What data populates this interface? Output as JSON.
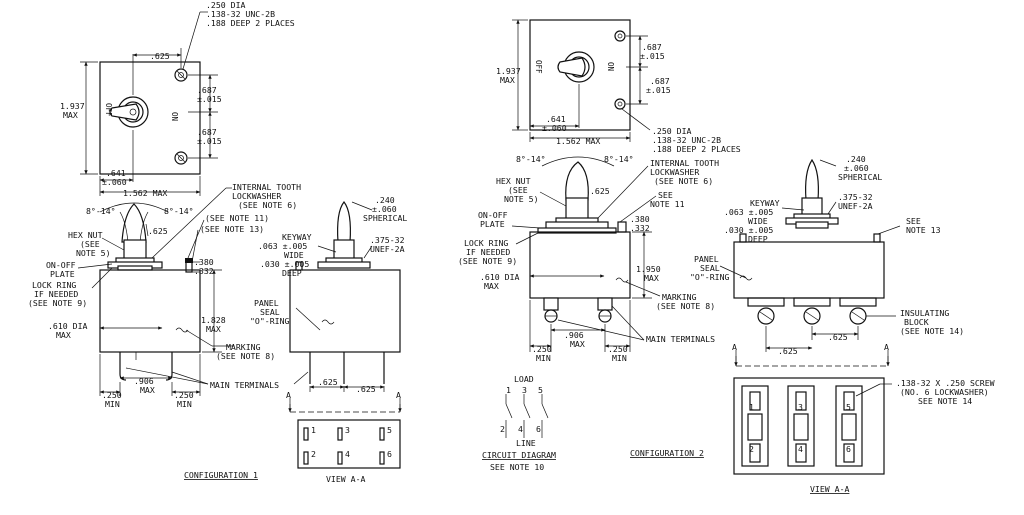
{
  "config1": {
    "title": "CONFIGURATION 1",
    "top": {
      "dim_625": ".625",
      "dia_250": ".250 DIA",
      "thread": ".138-32 UNC-2B",
      "deep": ".188 DEEP 2 PLACES",
      "h_1937": "1.937",
      "max": "MAX",
      "d687a": ".687",
      "tol015a": "±.015",
      "d687b": ".687",
      "tol015b": "±.015",
      "off": "OFF",
      "on": "ON",
      "d641": ".641",
      "tol060": "±.060",
      "w1562": "1.562 MAX"
    },
    "side": {
      "ang1": "8°-14°",
      "ang2": "8°-14°",
      "itl1": "INTERNAL TOOTH",
      "itl2": "LOCKWASHER",
      "itl3": "(SEE NOTE 6)",
      "hex1": "HEX NUT",
      "hex2": "(SEE",
      "hex3": "NOTE 5)",
      "d625": ".625",
      "note11": "(SEE NOTE 11)",
      "note13": "(SEE NOTE 13)",
      "d380": ".380",
      "d332": ".332",
      "onoff1": "ON-OFF",
      "onoff2": "PLATE",
      "lock1": "LOCK RING",
      "lock2": "IF NEEDED",
      "lock3": "(SEE NOTE 9)",
      "dia1": ".610 DIA",
      "dia2": "MAX",
      "h1828": "1.828",
      "hmax": "MAX",
      "mark1": "MARKING",
      "mark2": "(SEE NOTE 8)",
      "main": "MAIN TERMINALS",
      "d250a": ".250",
      "mina": "MIN",
      "d906": ".906",
      "max906": "MAX",
      "d250b": ".250",
      "minb": "MIN"
    },
    "end": {
      "d240": ".240",
      "tol060": "±.060",
      "spher": "SPHERICAL",
      "key1": "KEYWAY",
      "key2": ".063 ±.005",
      "key3": "WIDE",
      "key4": ".030 ±.005",
      "key5": "DEEP",
      "thr1": ".375-32",
      "thr2": "UNEF-2A",
      "pan1": "PANEL",
      "pan2": "SEAL",
      "pan3": "\"O\"-RING",
      "d625a": ".625",
      "d625b": ".625",
      "a1": "A",
      "a2": "A"
    },
    "view": {
      "label": "VIEW A-A",
      "n1": "1",
      "n2": "2",
      "n3": "3",
      "n4": "4",
      "n5": "5",
      "n6": "6"
    }
  },
  "circuit": {
    "load": "LOAD",
    "n1": "1",
    "n3": "3",
    "n5": "5",
    "n2": "2",
    "n4": "4",
    "n6": "6",
    "line": "LINE",
    "title": "CIRCUIT DIAGRAM",
    "note": "SEE NOTE 10"
  },
  "config2": {
    "title": "CONFIGURATION 2",
    "top": {
      "h1937": "1.937",
      "max": "MAX",
      "off": "OFF",
      "on": "ON",
      "d687a": ".687",
      "tol015a": "±.015",
      "d687b": ".687",
      "tol015b": "±.015",
      "d641": ".641",
      "tol060": "±.060",
      "w1562": "1.562 MAX",
      "dia250": ".250 DIA",
      "thread": ".138-32 UNC-2B",
      "deep": ".188 DEEP 2 PLACES"
    },
    "side": {
      "ang1": "8°-14°",
      "ang2": "8°-14°",
      "itl1": "INTERNAL TOOTH",
      "itl2": "LOCKWASHER",
      "itl3": "(SEE NOTE 6)",
      "hex1": "HEX NUT",
      "hex2": "(SEE",
      "hex3": "NOTE 5)",
      "d625": ".625",
      "see11a": "SEE",
      "see11b": "NOTE 11",
      "onoff1": "ON-OFF",
      "onoff2": "PLATE",
      "d380": ".380",
      "d332": ".332",
      "lock1": "LOCK RING",
      "lock2": "IF NEEDED",
      "lock3": "(SEE NOTE 9)",
      "dia1": ".610 DIA",
      "dia2": "MAX",
      "h1950": "1.950",
      "hmax": "MAX",
      "mark1": "MARKING",
      "mark2": "(SEE NOTE 8)",
      "d250a": ".250",
      "mina": "MIN",
      "d906": ".906",
      "max906": "MAX",
      "d250b": ".250",
      "minb": "MIN",
      "main": "MAIN TERMINALS"
    },
    "end": {
      "d240": ".240",
      "tol060": "±.060",
      "spher": "SPHERICAL",
      "key1": "KEYWAY",
      "key2": ".063 ±.005",
      "key3": "WIDE",
      "key4": ".030 ±.005",
      "key5": "DEEP",
      "thr1": ".375-32",
      "thr2": "UNEF-2A",
      "see13a": "SEE",
      "see13b": "NOTE 13",
      "pan1": "PANEL",
      "pan2": "SEAL",
      "pan3": "\"O\"-RING",
      "ins1": "INSULATING",
      "ins2": "BLOCK",
      "ins3": "(SEE NOTE 14)",
      "a1": "A",
      "a2": "A",
      "d625a": ".625",
      "d625b": ".625"
    },
    "view": {
      "scr1": ".138-32 X .250 SCREW",
      "scr2": "(NO. 6 LOCKWASHER)",
      "scr3": "SEE NOTE 14",
      "label": "VIEW A-A",
      "n1": "1",
      "n2": "2",
      "n3": "3",
      "n4": "4",
      "n5": "5",
      "n6": "6"
    }
  }
}
